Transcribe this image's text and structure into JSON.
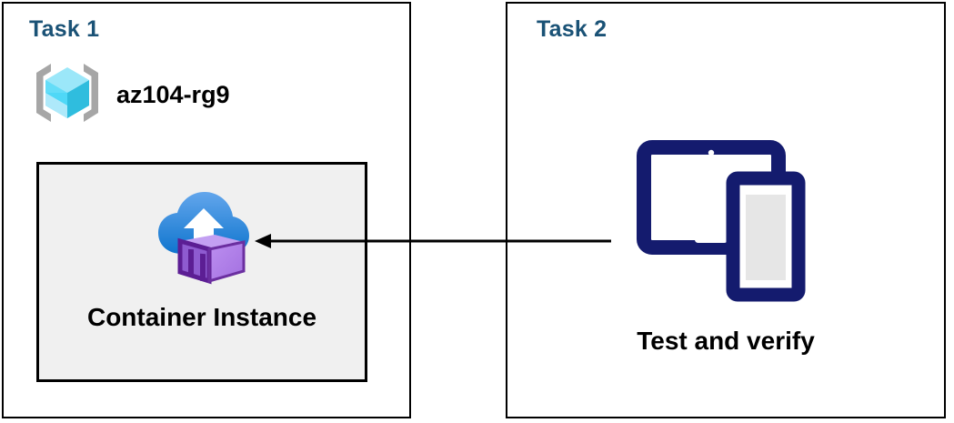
{
  "diagram": {
    "title": "",
    "colors": {
      "task_label": "#1A5276",
      "panel_border": "#000000",
      "card_fill": "#F0F0F0",
      "device_navy": "#141B6E",
      "device_screen_gray": "#E6E6E6",
      "cloud_blue_light": "#5EA0E8",
      "cloud_blue_dark": "#1274D0",
      "container_purple_light": "#B083EA",
      "container_purple_dark": "#6B2FA0",
      "rg_cube_cyan": "#3AD5F5",
      "rg_bracket_gray": "#A6A6A6",
      "arrow": "#000000"
    }
  },
  "panels": [
    {
      "id": "task1",
      "label": "Task 1",
      "resource_group": {
        "name": "az104-rg9",
        "icon": "resource-group-icon"
      },
      "card": {
        "title": "Container Instance",
        "icon": "container-instance-icon"
      }
    },
    {
      "id": "task2",
      "label": "Task 2",
      "devices": {
        "caption": "Test and verify",
        "icon": "devices-tablet-phone-icon"
      }
    }
  ],
  "connector": {
    "name": "arrow-task2-to-container-instance",
    "direction": "right-to-left",
    "from": "Test and verify",
    "to": "Container Instance"
  }
}
